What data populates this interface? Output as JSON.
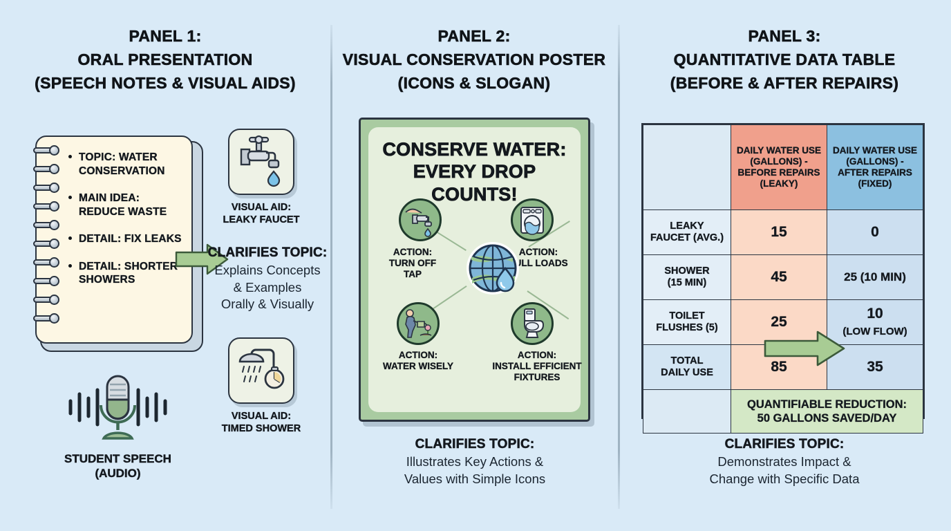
{
  "canvas": {
    "background": "#d9eaf7"
  },
  "panels": [
    {
      "id": "panel-1",
      "title": "PANEL 1:\nORAL PRESENTATION\n(SPEECH NOTES & VISUAL AIDS)",
      "title_lines": [
        "PANEL 1:",
        "ORAL PRESENTATION",
        "(SPEECH NOTES & VISUAL AIDS)"
      ],
      "notebook": {
        "paper_color": "#fdf7e4",
        "bullets": [
          {
            "lead": "TOPIC:",
            "rest": "WATER CONSERVATION",
            "full": "TOPIC: WATER CONSERVATION"
          },
          {
            "lead": "MAIN IDEA:",
            "rest": "REDUCE WASTE",
            "full": "MAIN IDEA: REDUCE WASTE"
          },
          {
            "lead": "DETAIL:",
            "rest": "FIX LEAKS",
            "full": "DETAIL: FIX LEAKS"
          },
          {
            "lead": "DETAIL:",
            "rest": "SHORTER SHOWERS",
            "full": "DETAIL: SHORTER SHOWERS"
          }
        ]
      },
      "visual_aids": [
        {
          "icon": "leaky-faucet-icon",
          "label_line1": "VISUAL AID:",
          "label_line2": "LEAKY FAUCET"
        },
        {
          "icon": "timed-shower-icon",
          "label_line1": "VISUAL AID:",
          "label_line2": "TIMED SHOWER"
        }
      ],
      "arrow": {
        "name": "green-arrow",
        "color": "#a8cc94",
        "direction": "right"
      },
      "clarify": {
        "heading": "CLARIFIES TOPIC:",
        "body_lines": [
          "Explains Concepts",
          "& Examples",
          "Orally & Visually"
        ]
      },
      "audio": {
        "icon": "microphone-icon",
        "label_line1": "STUDENT SPEECH",
        "label_line2": "(AUDIO)"
      }
    },
    {
      "id": "panel-2",
      "title_lines": [
        "PANEL 2:",
        "VISUAL CONSERVATION POSTER",
        "(ICONS & SLOGAN)"
      ],
      "poster": {
        "frame_color": "#a9cba1",
        "inner_color": "#e6efdd",
        "slogan_lines": [
          "CONSERVE WATER:",
          "EVERY DROP COUNTS!"
        ],
        "center_icon": "globe-water-drop-icon",
        "actions": [
          {
            "icon": "hand-turning-off-tap-icon",
            "lines": [
              "ACTION:",
              "TURN OFF",
              "TAP"
            ],
            "position": "top-left"
          },
          {
            "icon": "washing-machine-icon",
            "lines": [
              "ACTION:",
              "FULL LOADS"
            ],
            "position": "top-right"
          },
          {
            "icon": "person-watering-plant-icon",
            "lines": [
              "ACTION:",
              "WATER WISELY"
            ],
            "position": "bottom-left"
          },
          {
            "icon": "toilet-icon",
            "lines": [
              "ACTION:",
              "INSTALL EFFICIENT",
              "FIXTURES"
            ],
            "position": "bottom-right"
          }
        ]
      },
      "clarify": {
        "heading": "CLARIFIES TOPIC:",
        "body_lines": [
          "Illustrates Key Actions &",
          "Values with Simple Icons"
        ]
      }
    },
    {
      "id": "panel-3",
      "title_lines": [
        "PANEL 3:",
        "QUANTITATIVE DATA TABLE",
        "(BEFORE & AFTER REPAIRS)"
      ],
      "clarify": {
        "heading": "CLARIFIES TOPIC:",
        "body_lines": [
          "Demonstrates Impact &",
          "Change with Specific Data"
        ]
      },
      "arrow": {
        "name": "green-arrow-total",
        "color": "#a8cc94",
        "direction": "right"
      }
    }
  ],
  "chart_data": {
    "type": "table",
    "title": "QUANTITATIVE DATA TABLE (BEFORE & AFTER REPAIRS)",
    "columns": [
      {
        "key": "item",
        "label": "",
        "lines": [
          ""
        ],
        "color": "#dceaf4"
      },
      {
        "key": "before",
        "label": "DAILY WATER USE (GALLONS) - BEFORE REPAIRS (LEAKY)",
        "lines": [
          "DAILY WATER USE",
          "(GALLONS) -",
          "BEFORE REPAIRS",
          "(LEAKY)"
        ],
        "color": "#f0a08c"
      },
      {
        "key": "after",
        "label": "DAILY WATER USE (GALLONS) - AFTER REPAIRS (FIXED)",
        "lines": [
          "DAILY WATER USE",
          "(GALLONS) -",
          "AFTER REPAIRS",
          "(FIXED)"
        ],
        "color": "#8cc0e0"
      }
    ],
    "rows": [
      {
        "item_lines": [
          "LEAKY",
          "FAUCET (AVG.)"
        ],
        "item": "LEAKY FAUCET (AVG.)",
        "before": 15,
        "before_text": "15",
        "after": 0,
        "after_text": "0",
        "after_note": ""
      },
      {
        "item_lines": [
          "SHOWER",
          "(15 MIN)"
        ],
        "item": "SHOWER (15 MIN)",
        "before": 45,
        "before_text": "45",
        "after": 25,
        "after_text": "25 (10 MIN)",
        "after_note": "(10 MIN)"
      },
      {
        "item_lines": [
          "TOILET",
          "FLUSHES (5)"
        ],
        "item": "TOILET FLUSHES (5)",
        "before": 25,
        "before_text": "25",
        "after": 10,
        "after_text": "10",
        "after_note": "(LOW FLOW)"
      },
      {
        "item_lines": [
          "TOTAL",
          "DAILY USE"
        ],
        "item": "TOTAL DAILY USE",
        "before": 85,
        "before_text": "85",
        "after": 35,
        "after_text": "35",
        "after_note": "",
        "is_total": true
      }
    ],
    "footer_lines": [
      "QUANTIFIABLE REDUCTION:",
      "50 GALLONS SAVED/DAY"
    ],
    "footer": "QUANTIFIABLE REDUCTION: 50 GALLONS SAVED/DAY",
    "units": "gallons per day",
    "colors": {
      "before_header": "#f0a08c",
      "after_header": "#8cc0e0",
      "before_cell": "#fbd9c6",
      "after_cell": "#ccdff0",
      "footer": "#d4e8c6"
    }
  }
}
